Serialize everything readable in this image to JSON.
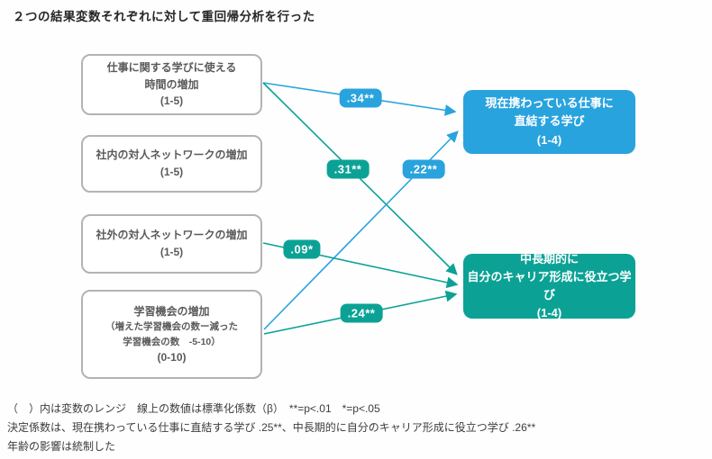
{
  "title": "２つの結果変数それぞれに対して重回帰分析を行った",
  "colors": {
    "blue": "#29a3de",
    "teal": "#0ba295",
    "box_border": "#b3b3b3",
    "box_text": "#5a5a5a"
  },
  "predictors": [
    {
      "line1": "仕事に関する学びに使える",
      "line2": "時間の増加",
      "range": "(1-5)"
    },
    {
      "line1": "社内の対人ネットワークの増加",
      "range": "(1-5)"
    },
    {
      "line1": "社外の対人ネットワークの増加",
      "range": "(1-5)"
    },
    {
      "line1": "学習機会の増加",
      "sub1": "（増えた学習機会の数ー減った",
      "sub2": "学習機会の数　-5-10）",
      "range": "(0-10)"
    }
  ],
  "outcomes": [
    {
      "line1": "現在携わっている仕事に",
      "line2": "直結する学び",
      "range": "(1-4)",
      "color": "blue"
    },
    {
      "line1": "中長期的に",
      "line2": "自分のキャリア形成に役立つ学び",
      "range": "(1-4)",
      "color": "teal"
    }
  ],
  "coefficients": [
    {
      "label": ".34**",
      "color": "blue",
      "path": "時間の増加 → 現在の仕事に直結する学び"
    },
    {
      "label": ".31**",
      "color": "teal",
      "path": "時間の増加 → 中長期的に役立つ学び"
    },
    {
      "label": ".22**",
      "color": "blue",
      "path": "学習機会の増加 → 現在の仕事に直結する学び"
    },
    {
      "label": ".09*",
      "color": "teal",
      "path": "社外の対人ネットワークの増加 → 中長期的に役立つ学び"
    },
    {
      "label": ".24**",
      "color": "teal",
      "path": "学習機会の増加 → 中長期的に役立つ学び"
    }
  ],
  "footnotes": [
    "（　）内は変数のレンジ　線上の数値は標準化係数（β）　**=p<.01　*=p<.05",
    "決定係数は、現在携わっている仕事に直結する学び .25**、中長期的に自分のキャリア形成に役立つ学び .26**",
    "年齢の影響は統制した"
  ]
}
